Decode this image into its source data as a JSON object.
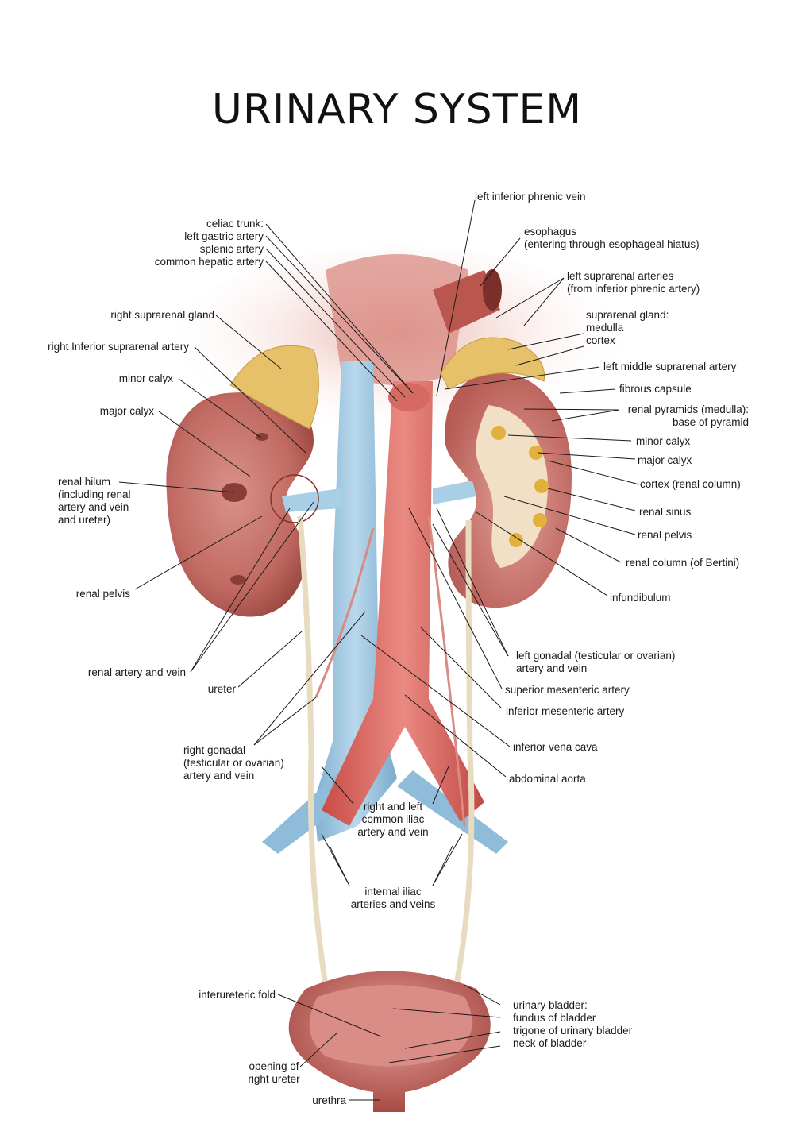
{
  "title": "URINARY SYSTEM",
  "colors": {
    "artery": "#d9605a",
    "vein": "#9fc6df",
    "kidney": "#c06a62",
    "adrenal": "#e7c06a",
    "ureter": "#efe4c8",
    "bladder": "#c4625c"
  },
  "labels": {
    "left_inferior_phrenic_vein": "left inferior phrenic vein",
    "esophagus": "esophagus\n(entering through esophageal hiatus)",
    "celiac_trunk": "celiac trunk:\nleft gastric artery\nsplenic artery\ncommon hepatic artery",
    "left_suprarenal_arteries": "left suprarenal arteries\n(from inferior phrenic artery)",
    "right_suprarenal_gland": "right suprarenal gland",
    "suprarenal_gland": "suprarenal gland:\nmedulla\ncortex",
    "right_inferior_suprarenal_artery": "right Inferior suprarenal artery",
    "left_middle_suprarenal_artery": "left middle suprarenal artery",
    "minor_calyx_left": "minor calyx",
    "fibrous_capsule": "fibrous capsule",
    "major_calyx_left": "major calyx",
    "renal_pyramids": "renal pyramids (medulla):\nbase of pyramid",
    "minor_calyx_right": "minor calyx",
    "major_calyx_right": "major calyx",
    "renal_hilum": "renal hilum\n(including renal\nartery and vein\nand ureter)",
    "cortex_renal_column": "cortex (renal column)",
    "renal_sinus": "renal sinus",
    "renal_pelvis_right": "renal pelvis",
    "renal_column_bertini": "renal column (of Bertini)",
    "renal_pelvis_left": "renal pelvis",
    "infundibulum": "infundibulum",
    "left_gonadal": "left gonadal (testicular or ovarian)\nartery and vein",
    "renal_artery_and_vein": "renal artery and vein",
    "superior_mesenteric_artery": "superior mesenteric artery",
    "ureter": "ureter",
    "inferior_mesenteric_artery": "inferior mesenteric artery",
    "inferior_vena_cava": "inferior vena cava",
    "right_gonadal": "right gonadal\n(testicular or ovarian)\nartery and vein",
    "abdominal_aorta": "abdominal aorta",
    "common_iliac": "right and left\ncommon iliac\nartery and vein",
    "internal_iliac": "internal iliac\narteries and veins",
    "interureteric_fold": "interureteric fold",
    "urinary_bladder": "urinary bladder:\nfundus of bladder\ntrigone of urinary bladder\nneck of bladder",
    "opening_right_ureter": "opening of\nright ureter",
    "urethra": "urethra"
  }
}
